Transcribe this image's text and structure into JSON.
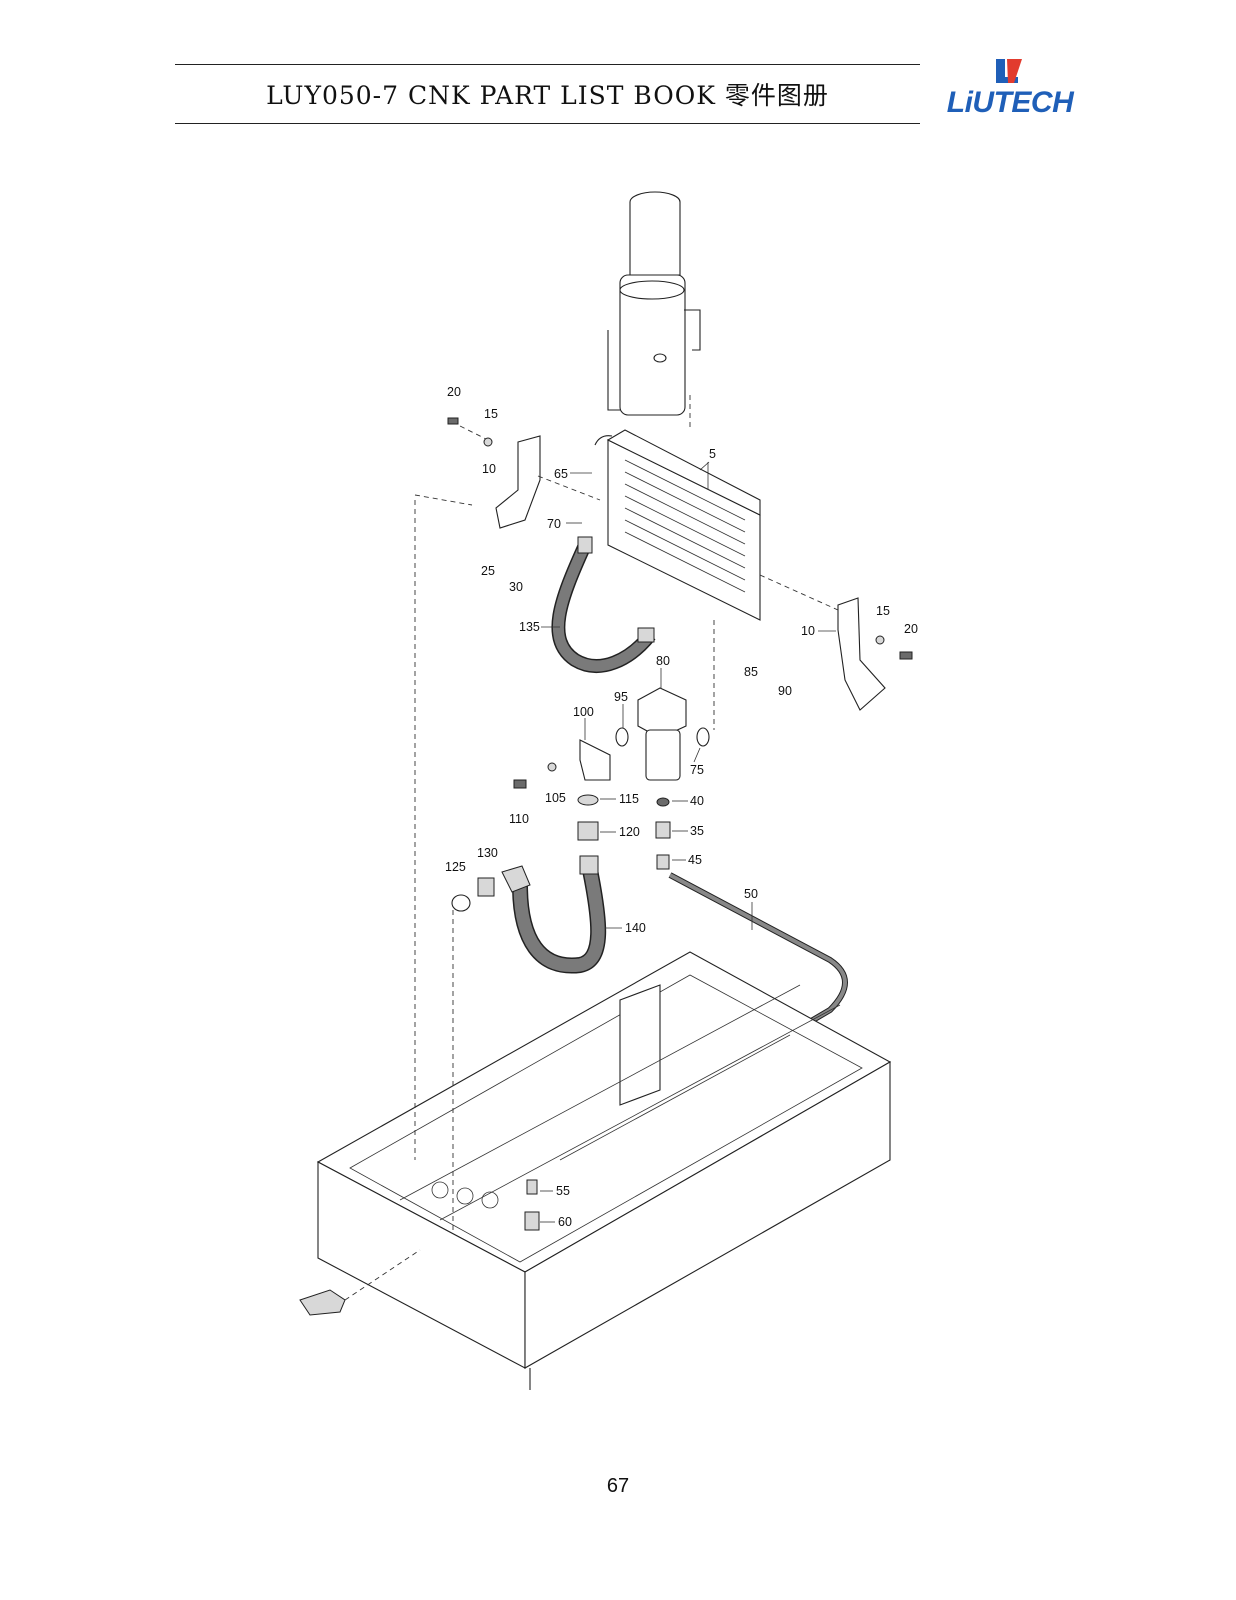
{
  "header": {
    "title": "LUY050-7 CNK PART LIST BOOK 零件图册",
    "logo_text": "LiUTECH",
    "logo_color": "#1f5fb8"
  },
  "callouts": [
    "5",
    "10",
    "15",
    "20",
    "25",
    "30",
    "65",
    "70",
    "135",
    "80",
    "95",
    "100",
    "75",
    "85",
    "90",
    "10",
    "15",
    "20",
    "105",
    "110",
    "115",
    "40",
    "120",
    "35",
    "45",
    "125",
    "130",
    "140",
    "50",
    "55",
    "60"
  ],
  "page_number": "67"
}
